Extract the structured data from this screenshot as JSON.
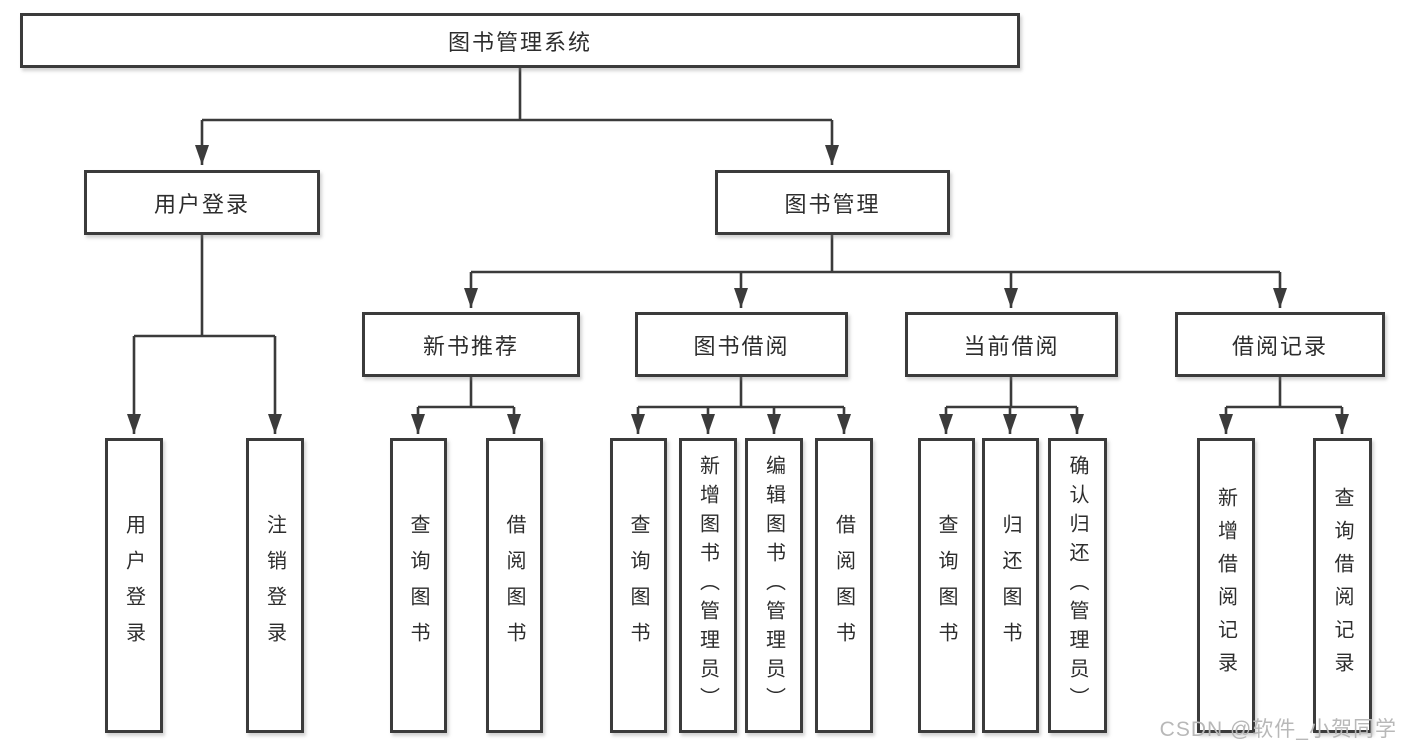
{
  "diagram": {
    "type": "hierarchy-tree",
    "colors": {
      "line": "#3b3b3b",
      "box_border": "#3b3b3b",
      "box_background": "#ffffff",
      "text": "#2d2d2d",
      "watermark": "#b8b8b8",
      "page_background": "#ffffff"
    },
    "tree": {
      "root": {
        "label": "图书管理系统"
      },
      "branches": [
        {
          "label": "用户登录",
          "children": [
            {
              "label": "用户登录"
            },
            {
              "label": "注销登录"
            }
          ]
        },
        {
          "label": "图书管理",
          "children": [
            {
              "label": "新书推荐",
              "children": [
                {
                  "label": "查询图书"
                },
                {
                  "label": "借阅图书"
                }
              ]
            },
            {
              "label": "图书借阅",
              "children": [
                {
                  "label": "查询图书"
                },
                {
                  "label": "新增图书（管理员）"
                },
                {
                  "label": "编辑图书（管理员）"
                },
                {
                  "label": "借阅图书"
                }
              ]
            },
            {
              "label": "当前借阅",
              "children": [
                {
                  "label": "查询图书"
                },
                {
                  "label": "归还图书"
                },
                {
                  "label": "确认归还（管理员）"
                }
              ]
            },
            {
              "label": "借阅记录",
              "children": [
                {
                  "label": "新增借阅记录"
                },
                {
                  "label": "查询借阅记录"
                }
              ]
            }
          ]
        }
      ]
    }
  },
  "watermark": {
    "text": "CSDN @软件_小贺同学"
  }
}
